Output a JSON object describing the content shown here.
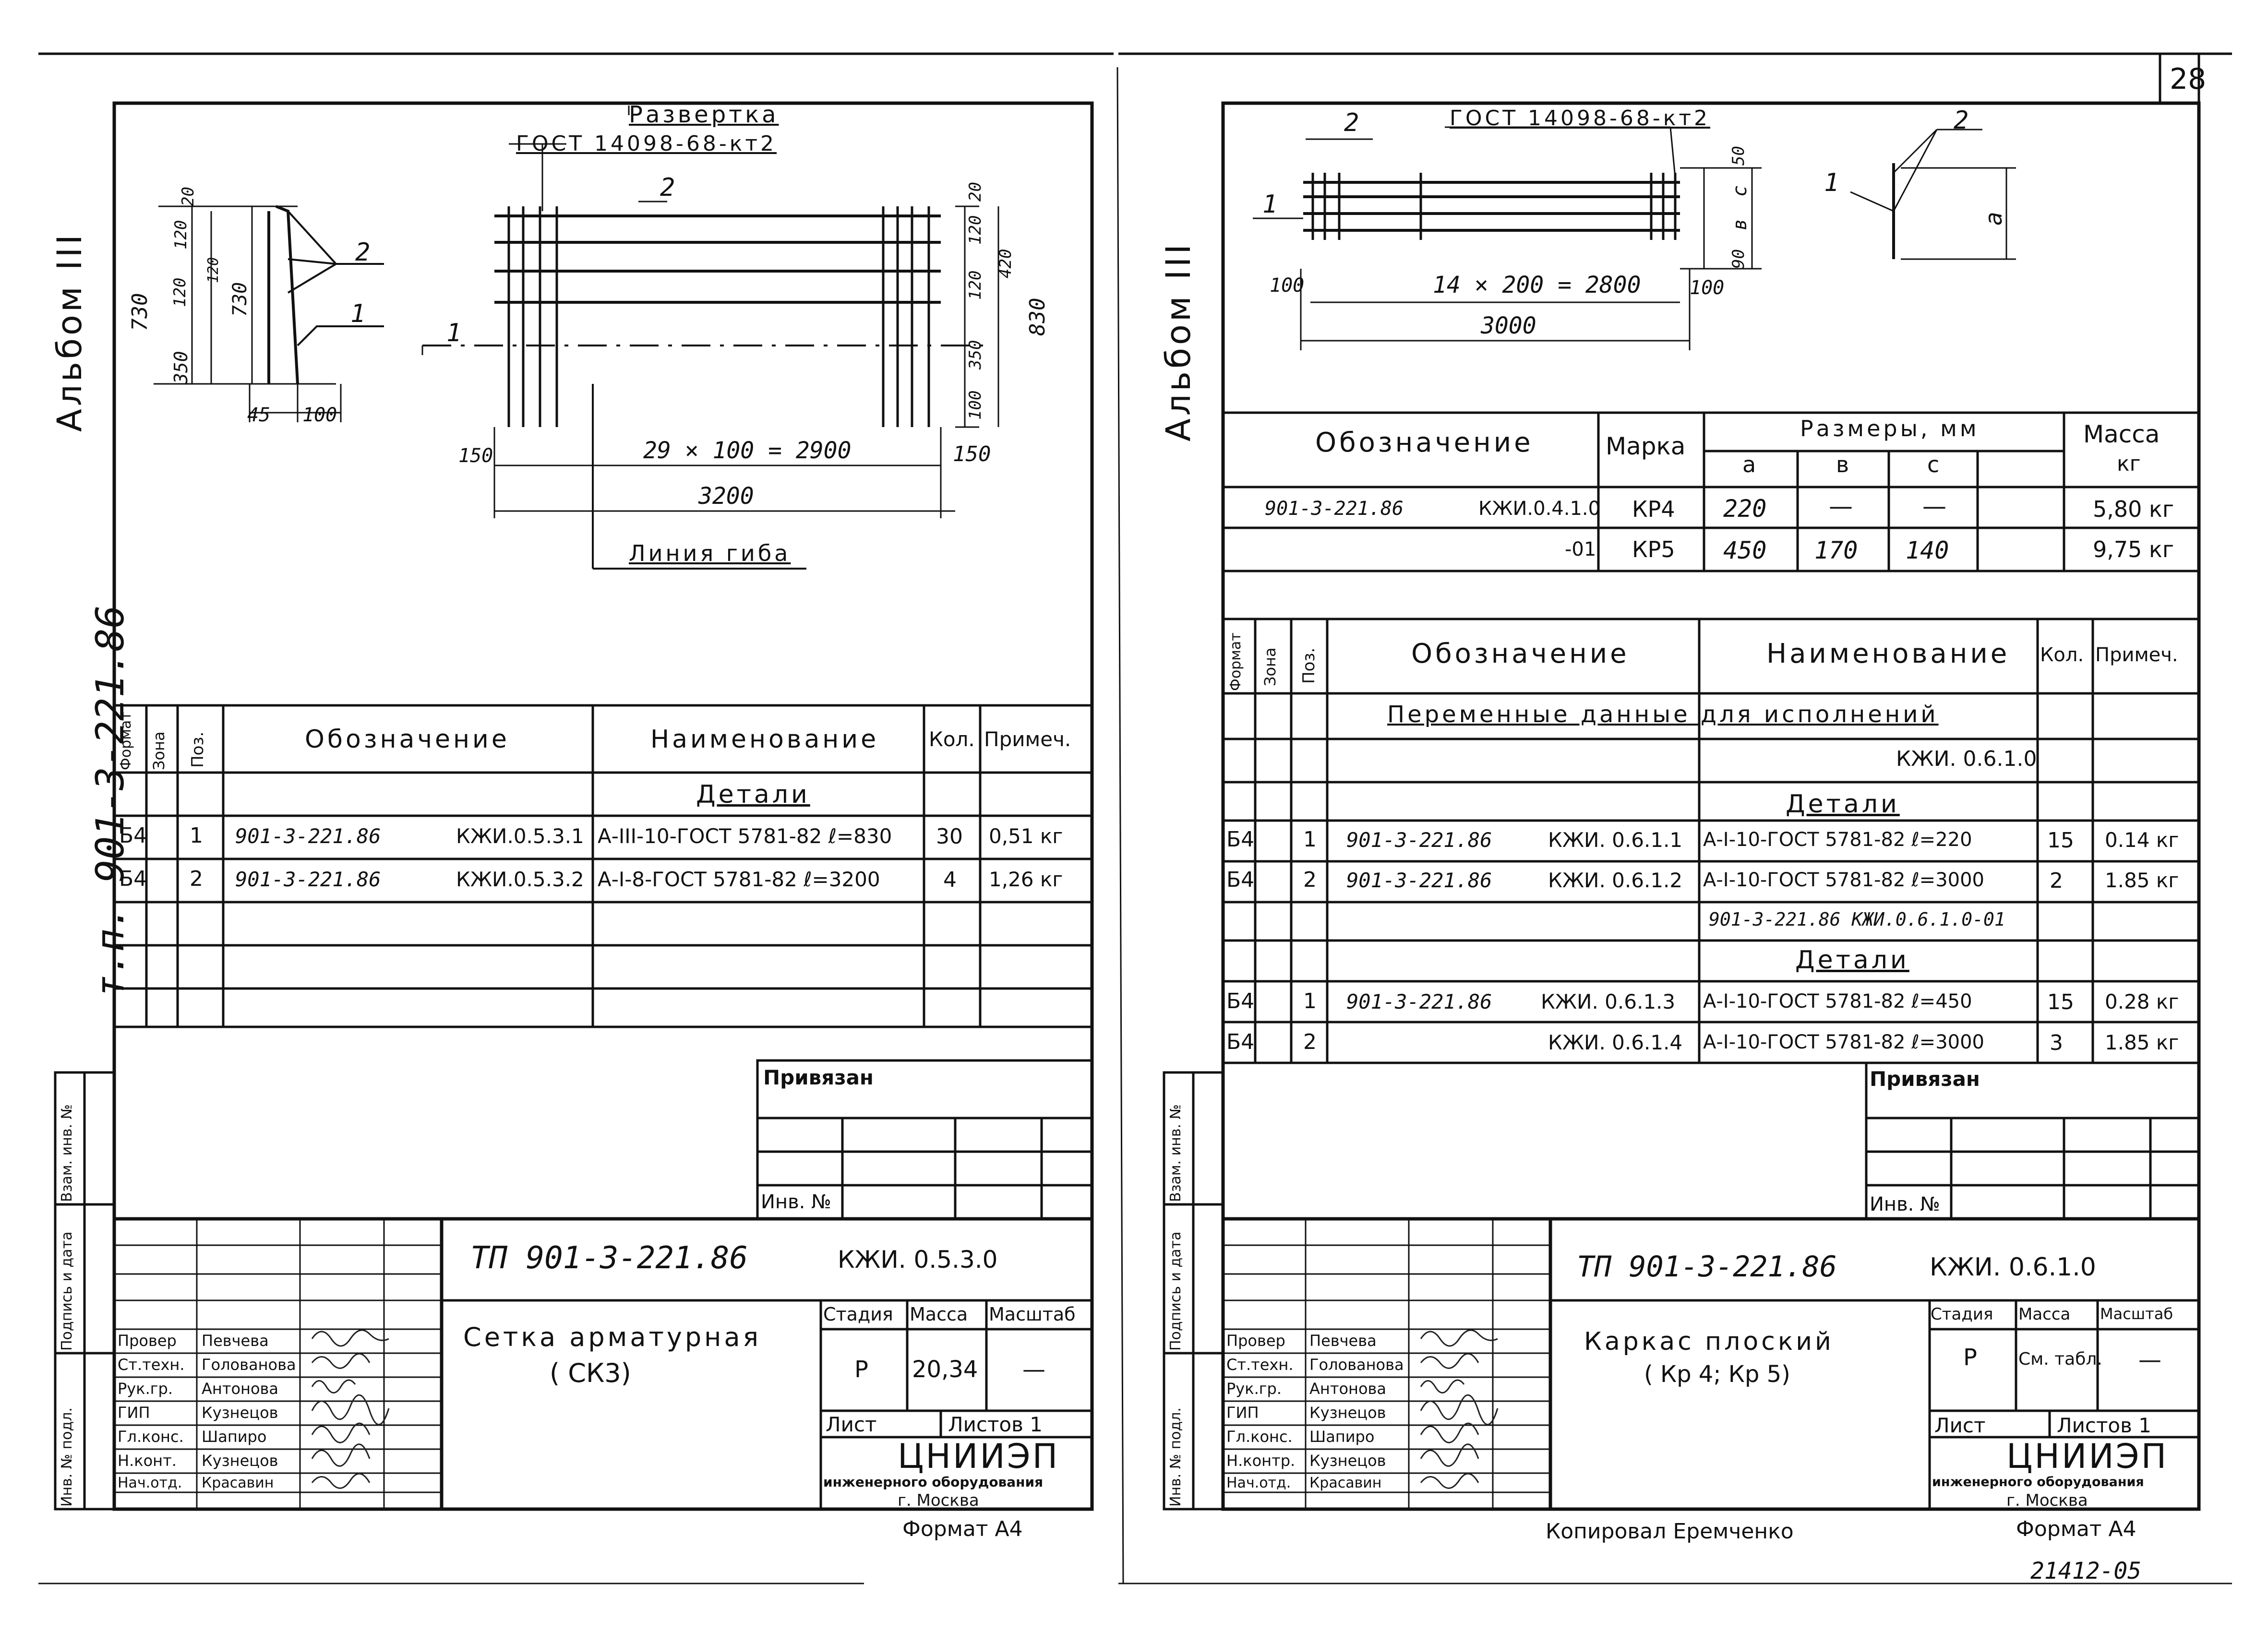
{
  "page_number": "28",
  "copied_by": "Копировал Еремченко",
  "stamp_code": "21412-05",
  "left": {
    "album": "Альбом III",
    "tp": "т.п. 901-3-221.86",
    "drawing": {
      "title": "Развертка",
      "gost": "ГОСТ 14098-68-кт2",
      "bend_line": "Линия гиба",
      "pos1": "1",
      "pos2": "2",
      "dims": {
        "h730a": "730",
        "h730b": "730",
        "d20": "20",
        "d120": "120",
        "d120b": "120",
        "d1201": "120",
        "d350": "350",
        "d45": "45",
        "d100": "100",
        "r20": "20",
        "r120": "120",
        "r420": "420",
        "r120b": "120",
        "r830": "830",
        "r350": "350",
        "r100": "100",
        "b150l": "150",
        "b150r": "150",
        "span": "29 × 100 = 2900",
        "total": "3200"
      }
    },
    "spec": {
      "headers": {
        "format": "Формат",
        "zone": "Зона",
        "pos": "Поз.",
        "designation": "Обозначение",
        "name": "Наименование",
        "qty": "Кол.",
        "note": "Примеч."
      },
      "section": "Детали",
      "rows": [
        {
          "fmt": "Б4",
          "pos": "1",
          "des": "901-3-221.86",
          "code": "КЖИ.0.5.3.1",
          "name": "А-III-10-ГОСТ 5781-82  ℓ=830",
          "qty": "30",
          "note": "0,51 кг"
        },
        {
          "fmt": "Б4",
          "pos": "2",
          "des": "901-3-221.86",
          "code": "КЖИ.0.5.3.2",
          "name": "А-I-8-ГОСТ 5781-82  ℓ=3200",
          "qty": "4",
          "note": "1,26 кг"
        }
      ]
    },
    "privyazan": "Привязан",
    "inv": "Инв. №",
    "side": {
      "a": "Инв. № подл.",
      "b": "Подпись и дата",
      "c": "Взам. инв. №"
    },
    "title_block": {
      "tp": "ТП 901-3-221.86",
      "code": "КЖИ. 0.5.3.0",
      "name1": "Сетка арматурная",
      "name2": "( СК3)",
      "stage_h": "Стадия",
      "mass_h": "Масса",
      "scale_h": "Масштаб",
      "stage": "Р",
      "mass": "20,34",
      "scale": "—",
      "sheet": "Лист",
      "sheets": "Листов 1",
      "org": "ЦНИИЭП",
      "org2": "инженерного оборудования",
      "city": "г. Москва",
      "people": [
        {
          "role": "Провер",
          "name": "Певчева"
        },
        {
          "role": "Ст.техн.",
          "name": "Голованова"
        },
        {
          "role": "Рук.гр.",
          "name": "Антонова"
        },
        {
          "role": "ГИП",
          "name": "Кузнецов"
        },
        {
          "role": "Гл.конс.",
          "name": "Шапиро"
        },
        {
          "role": "Н.конт.",
          "name": "Кузнецов"
        },
        {
          "role": "Нач.отд.",
          "name": "Красавин"
        }
      ]
    },
    "format": "Формат А4"
  },
  "right": {
    "album": "Альбом III",
    "drawing": {
      "gost": "ГОСТ 14098-68-кт2",
      "pos1": "1",
      "pos2": "2",
      "pos1b": "1",
      "pos2b": "2",
      "d50": "50",
      "dc": "с",
      "dv": "в",
      "d90": "90",
      "da": "а",
      "b100l": "100",
      "b100r": "100",
      "span": "14 × 200 = 2800",
      "total": "3000"
    },
    "sizes": {
      "h_designation": "Обозначение",
      "h_mark": "Марка",
      "h_sizes": "Размеры, мм",
      "h_mass": "Масса",
      "h_kg": "кг",
      "a": "а",
      "b": "в",
      "c": "с",
      "rows": [
        {
          "des": "901-3-221.86",
          "code": "КЖИ.0.4.1.0",
          "mark": "КР4",
          "a": "220",
          "b": "—",
          "c": "—",
          "mass": "5,80 кг"
        },
        {
          "des": "",
          "code": "-01",
          "mark": "КР5",
          "a": "450",
          "b": "170",
          "c": "140",
          "mass": "9,75 кг"
        }
      ]
    },
    "spec": {
      "headers": {
        "format": "Формат",
        "zone": "Зона",
        "pos": "Поз.",
        "designation": "Обозначение",
        "name": "Наименование",
        "qty": "Кол.",
        "note": "Примеч."
      },
      "variable": "Переменные данные для исполнений",
      "ref1": "КЖИ. 0.6.1.0",
      "section1": "Детали",
      "rows1": [
        {
          "fmt": "Б4",
          "pos": "1",
          "des": "901-3-221.86",
          "code": "КЖИ. 0.6.1.1",
          "name": "А-I-10-ГОСТ 5781-82  ℓ=220",
          "qty": "15",
          "note": "0.14 кг"
        },
        {
          "fmt": "Б4",
          "pos": "2",
          "des": "901-3-221.86",
          "code": "КЖИ. 0.6.1.2",
          "name": "А-I-10-ГОСТ 5781-82  ℓ=3000",
          "qty": "2",
          "note": "1.85 кг"
        }
      ],
      "ref2": "901-3-221.86  КЖИ.0.6.1.0-01",
      "section2": "Детали",
      "rows2": [
        {
          "fmt": "Б4",
          "pos": "1",
          "des": "901-3-221.86",
          "code": "КЖИ. 0.6.1.3",
          "name": "А-I-10-ГОСТ 5781-82  ℓ=450",
          "qty": "15",
          "note": "0.28 кг"
        },
        {
          "fmt": "Б4",
          "pos": "2",
          "des": "",
          "code": "КЖИ. 0.6.1.4",
          "name": "А-I-10-ГОСТ 5781-82  ℓ=3000",
          "qty": "3",
          "note": "1.85 кг"
        }
      ]
    },
    "privyazan": "Привязан",
    "inv": "Инв. №",
    "side": {
      "a": "Инв. № подл.",
      "b": "Подпись и дата",
      "c": "Взам. инв. №"
    },
    "title_block": {
      "tp": "ТП 901-3-221.86",
      "code": "КЖИ. 0.6.1.0",
      "name1": "Каркас плоский",
      "name2": "( Кр 4; Кр 5)",
      "stage_h": "Стадия",
      "mass_h": "Масса",
      "scale_h": "Масштаб",
      "stage": "Р",
      "mass": "См. табл.",
      "scale": "—",
      "sheet": "Лист",
      "sheets": "Листов 1",
      "org": "ЦНИИЭП",
      "org2": "инженерного оборудования",
      "city": "г. Москва",
      "people": [
        {
          "role": "Провер",
          "name": "Певчева"
        },
        {
          "role": "Ст.техн.",
          "name": "Голованова"
        },
        {
          "role": "Рук.гр.",
          "name": "Антонова"
        },
        {
          "role": "ГИП",
          "name": "Кузнецов"
        },
        {
          "role": "Гл.конс.",
          "name": "Шапиро"
        },
        {
          "role": "Н.контр.",
          "name": "Кузнецов"
        },
        {
          "role": "Нач.отд.",
          "name": "Красавин"
        }
      ]
    },
    "format": "Формат А4"
  }
}
